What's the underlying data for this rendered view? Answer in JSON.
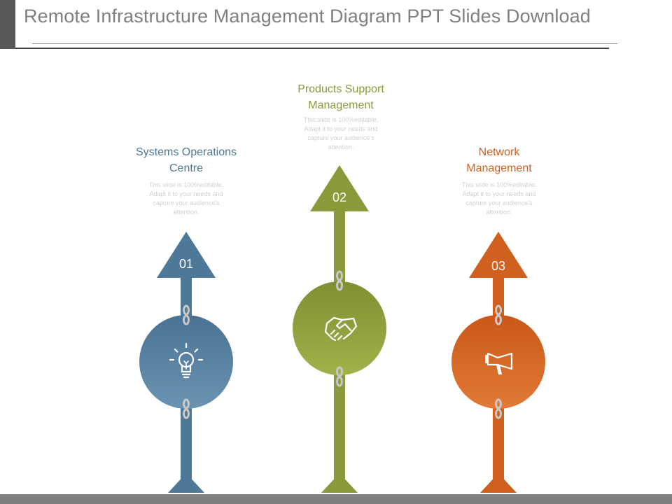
{
  "title": "Remote Infrastructure Management Diagram PPT Slides Download",
  "colors": {
    "blue": "#4e7898",
    "green": "#8a9a3a",
    "orange": "#d0601e"
  },
  "steps": [
    {
      "number": "01",
      "title_line1": "Systems Operations",
      "title_line2": "Centre",
      "desc_lines": [
        "This slide is 100%editable.",
        "Adapt it to your needs and",
        "capture your audience's",
        "attention."
      ],
      "icon": "lightbulb-icon",
      "color": "#4e7898"
    },
    {
      "number": "02",
      "title_line1": "Products Support",
      "title_line2": "Management",
      "desc_lines": [
        "This slide is 100%editable.",
        "Adapt it to your needs and",
        "capture your audience's",
        "attention."
      ],
      "icon": "handshake-icon",
      "color": "#8a9a3a"
    },
    {
      "number": "03",
      "title_line1": "Network",
      "title_line2": "Management",
      "desc_lines": [
        "This slide is 100%editable.",
        "Adapt it to your needs and",
        "capture your audience's",
        "attention."
      ],
      "icon": "megaphone-icon",
      "color": "#d0601e"
    }
  ]
}
